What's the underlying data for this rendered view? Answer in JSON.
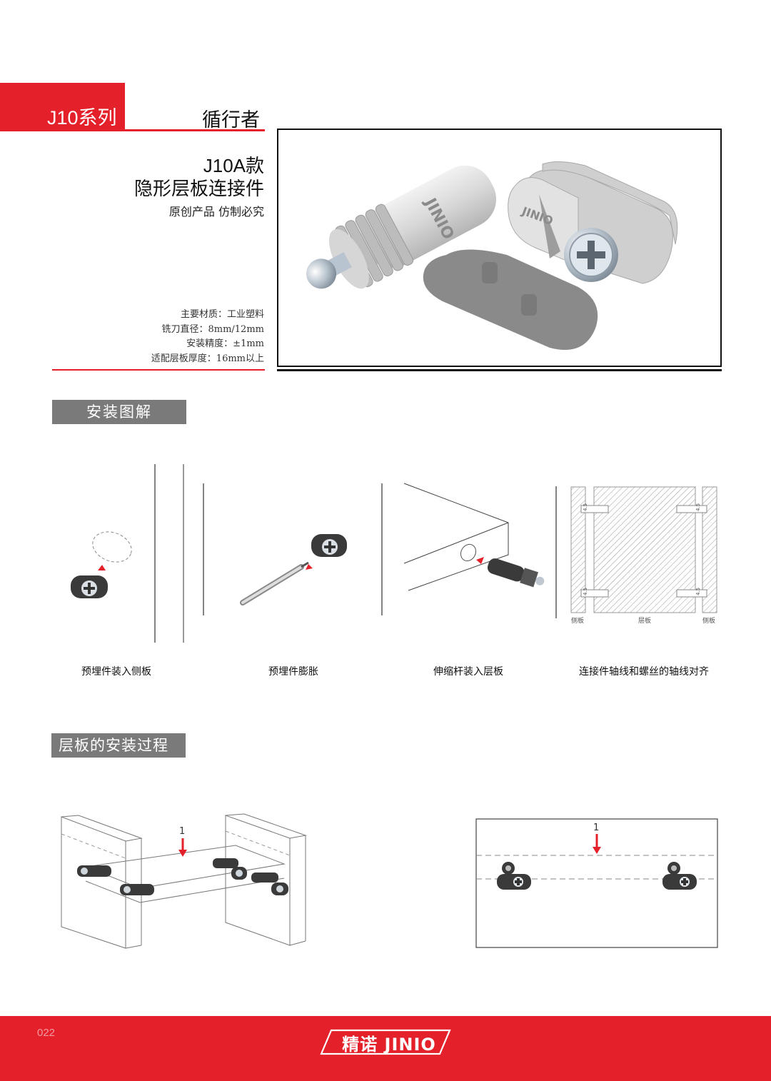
{
  "header": {
    "series_label": "J10系列",
    "series_name": "循行者"
  },
  "product": {
    "model": "J10A款",
    "name": "隐形层板连接件",
    "tagline": "原创产品 仿制必究",
    "specs": [
      "主要材质：工业塑料",
      "铣刀直径：8mm/12mm",
      "安装精度：±1mm",
      "适配层板厚度：16mm以上"
    ],
    "logo_mark": "JINIO"
  },
  "install_diagram": {
    "title": "安装图解",
    "steps": [
      "预埋件装入侧板",
      "预埋件膨胀",
      "伸缩杆装入层板",
      "连接件轴线和螺丝的轴线对齐"
    ],
    "alignment_labels": {
      "left_panel": "侧板",
      "center_panel": "层板",
      "right_panel": "侧板",
      "dimension": "4.5"
    }
  },
  "process": {
    "title": "层板的安装过程",
    "step_marker": "1"
  },
  "footer": {
    "page_number": "022",
    "brand": "精诺 JINIO"
  },
  "colors": {
    "brand_red": "#e4202a",
    "section_gray": "#7a7a7a",
    "product_gray": "#8a8a8a",
    "product_light": "#dedede"
  }
}
